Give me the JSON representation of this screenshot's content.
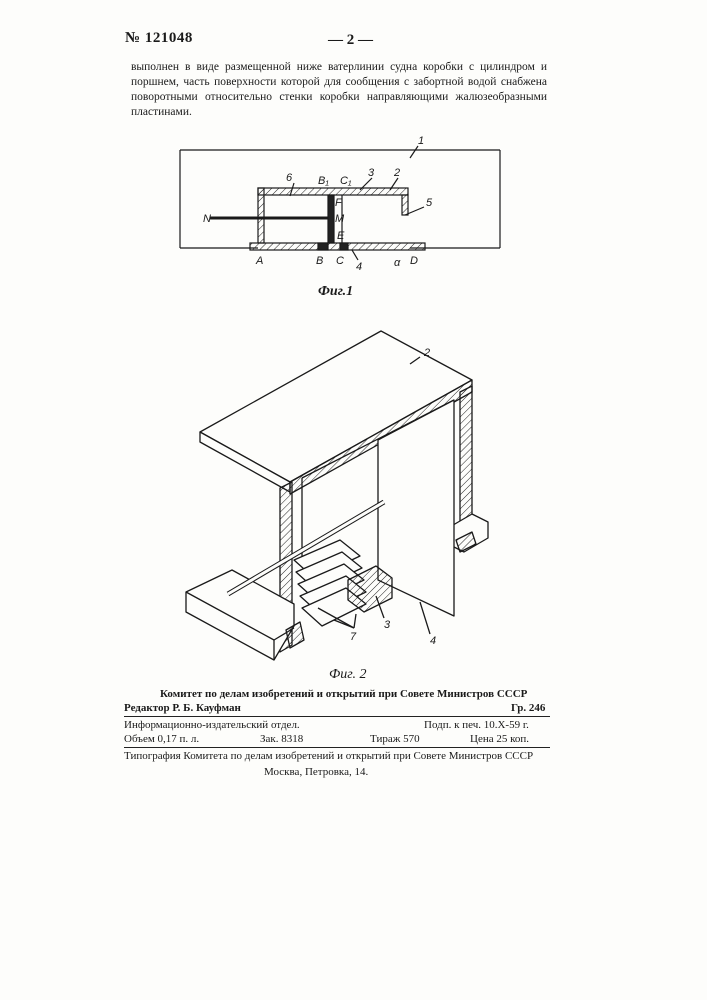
{
  "header": {
    "patent_number": "№ 121048",
    "page_number": "— 2 —"
  },
  "body_text": "выполнен в виде размещенной ниже ватерлинии судна коробки с цилиндром и поршнем, часть поверхности которой для сообщения с забортной водой снабжена поворотными относительно стенки коробки направляющими жалюзеобразными пластинами.",
  "figure1": {
    "caption": "Фиг.1",
    "labels": {
      "n": "N",
      "a": "A",
      "b": "B",
      "c": "C",
      "d": "D",
      "b1": "B₁",
      "c1": "C₁",
      "f": "F",
      "m": "M",
      "e": "E",
      "alpha": "α",
      "n1": "1",
      "n2": "2",
      "n3": "3",
      "n4": "4",
      "n5": "5",
      "n6": "6"
    }
  },
  "figure2": {
    "caption": "Фиг. 2",
    "labels": {
      "n2": "2",
      "n3": "3",
      "n4": "4",
      "n7": "7"
    }
  },
  "footer": {
    "committee": "Комитет по делам изобретений и открытий при Совете Министров СССР",
    "editor": "Редактор Р. Б. Кауфман",
    "group": "Гр. 246",
    "dept": "Информационно-издательский отдел.",
    "signed": "Подп. к печ. 10.X-59 г.",
    "volume": "Объем 0,17 п. л.",
    "order": "Зак. 8318",
    "print_run": "Тираж 570",
    "price": "Цена 25 коп.",
    "printing_house": "Типография Комитета по делам изобретений и открытий при Совете Министров СССР",
    "address": "Москва, Петровка, 14."
  }
}
